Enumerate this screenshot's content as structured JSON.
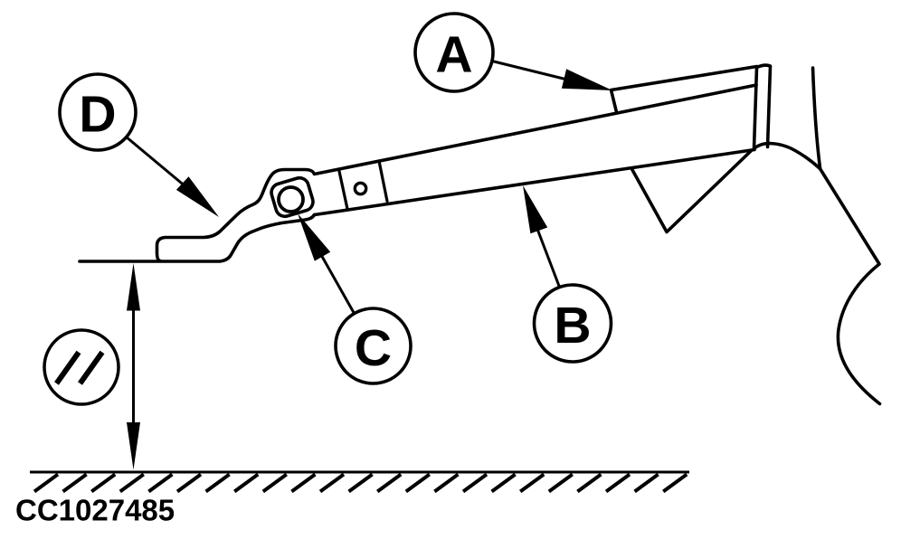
{
  "figure": {
    "id": "CC1027485",
    "background": "#ffffff",
    "ink": "#000000"
  },
  "callouts": [
    {
      "label": "A"
    },
    {
      "label": "B"
    },
    {
      "label": "C"
    },
    {
      "label": "D"
    }
  ],
  "symbols": {
    "parallel": "//"
  }
}
